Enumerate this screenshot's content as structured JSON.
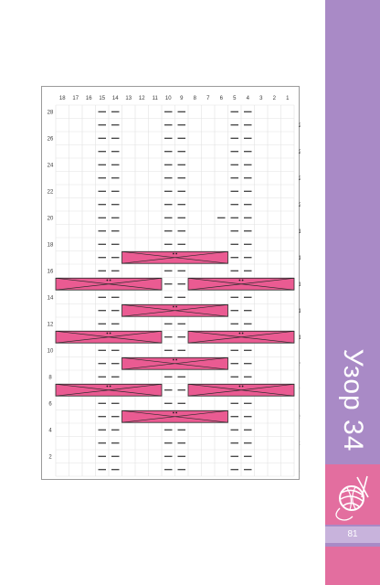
{
  "pattern_title": "Узор 34",
  "page_number": "81",
  "chart": {
    "column_labels": [
      "18",
      "17",
      "16",
      "15",
      "14",
      "13",
      "12",
      "11",
      "10",
      "9",
      "8",
      "7",
      "6",
      "5",
      "4",
      "3",
      "2",
      "1"
    ],
    "left_row_labels": [
      "28",
      "26",
      "24",
      "22",
      "20",
      "18",
      "16",
      "14",
      "12",
      "10",
      "8",
      "6",
      "4",
      "2"
    ],
    "right_row_labels": [
      "27",
      "25",
      "23",
      "21",
      "19",
      "17",
      "15",
      "13",
      "11",
      "9",
      "7",
      "5",
      "3",
      "1"
    ],
    "purl_columns": [
      4,
      5,
      9,
      10,
      14,
      15
    ],
    "extra_purl": [
      {
        "row": 20,
        "column": 6
      }
    ],
    "cable_color": "#ea5b92",
    "cables": [
      {
        "row": 17,
        "from_column": 6,
        "to_column": 13
      },
      {
        "row": 15,
        "from_column": 11,
        "to_column": 18
      },
      {
        "row": 15,
        "from_column": 1,
        "to_column": 8
      },
      {
        "row": 13,
        "from_column": 6,
        "to_column": 13
      },
      {
        "row": 11,
        "from_column": 11,
        "to_column": 18
      },
      {
        "row": 11,
        "from_column": 1,
        "to_column": 8
      },
      {
        "row": 9,
        "from_column": 6,
        "to_column": 13
      },
      {
        "row": 7,
        "from_column": 11,
        "to_column": 18
      },
      {
        "row": 7,
        "from_column": 1,
        "to_column": 8
      },
      {
        "row": 5,
        "from_column": 6,
        "to_column": 13
      }
    ]
  },
  "icons": {
    "badge": "yarn-ball-icon"
  },
  "colors": {
    "sidebar": "#a98ac6",
    "accent": "#e36e9f"
  }
}
